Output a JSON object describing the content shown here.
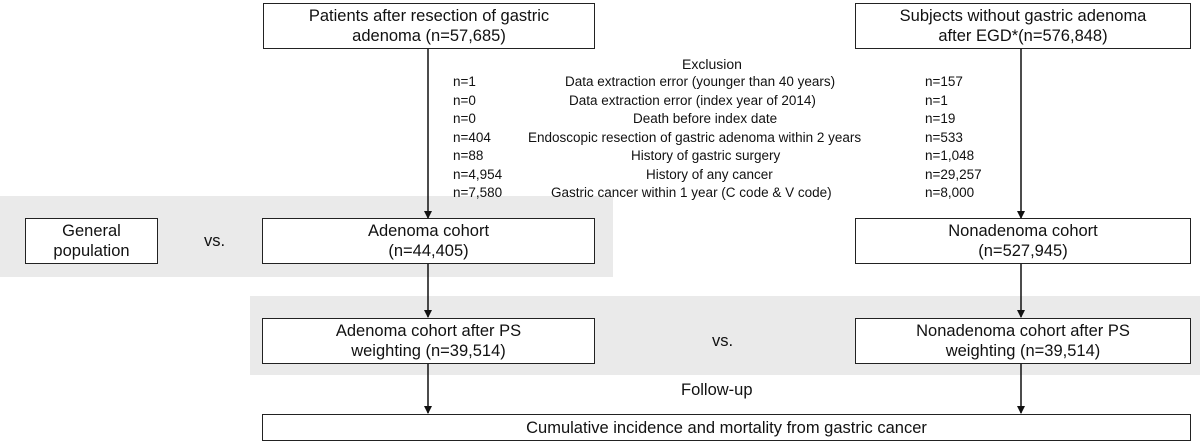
{
  "nodes": {
    "patients": [
      "Patients after resection of gastric",
      "adenoma (n=57,685)"
    ],
    "subjects": [
      "Subjects without gastric adenoma",
      "after EGD*(n=576,848)"
    ],
    "general": [
      "General",
      "population"
    ],
    "adenoma_cohort": [
      "Adenoma cohort",
      "(n=44,405)"
    ],
    "nonadenoma_cohort": [
      "Nonadenoma cohort",
      "(n=527,945)"
    ],
    "adenoma_ps": [
      "Adenoma cohort after PS",
      "weighting (n=39,514)"
    ],
    "nonadenoma_ps": [
      "Nonadenoma cohort after PS",
      "weighting (n=39,514)"
    ],
    "outcome": "Cumulative incidence and mortality from gastric cancer"
  },
  "labels": {
    "vs_top": "vs.",
    "vs_mid": "vs.",
    "follow_up": "Follow-up"
  },
  "exclusion": {
    "title": "Exclusion",
    "rows": [
      {
        "left": "n=1",
        "reason": "Data extraction error (younger than 40 years)",
        "right": "n=157"
      },
      {
        "left": "n=0",
        "reason": "Data extraction error (index year of 2014)",
        "right": "n=1"
      },
      {
        "left": "n=0",
        "reason": "Death before index date",
        "right": "n=19"
      },
      {
        "left": "n=404",
        "reason": "Endoscopic resection of gastric adenoma within 2 years",
        "right": "n=533"
      },
      {
        "left": "n=88",
        "reason": "History of gastric surgery",
        "right": "n=1,048"
      },
      {
        "left": "n=4,954",
        "reason": "History of any cancer",
        "right": "n=29,257"
      },
      {
        "left": "n=7,580",
        "reason": "Gastric cancer within 1 year (C code & V code)",
        "right": "n=8,000"
      }
    ]
  }
}
